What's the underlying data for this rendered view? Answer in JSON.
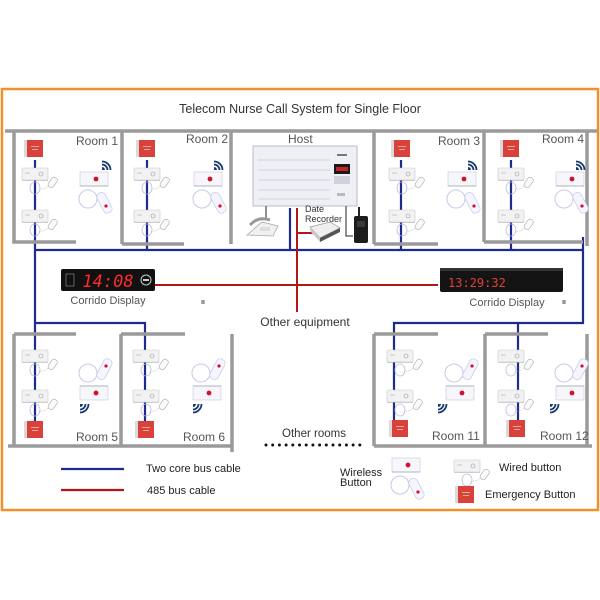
{
  "title": "Telecom Nurse Call System for Single Floor",
  "colors": {
    "frame": "#f0902a",
    "wall": "#9a9a9a",
    "bus_two_core": "#1e2a8c",
    "bus_485": "#b01818",
    "emergency": "#d9423a",
    "led_red": "#ff2a2a"
  },
  "host": {
    "label": "Host",
    "recorder_label_line1": "Date",
    "recorder_label_line2": "Recorder"
  },
  "rooms": [
    {
      "label": "Room 1"
    },
    {
      "label": "Room 2"
    },
    {
      "label": "Room 3"
    },
    {
      "label": "Room 4"
    },
    {
      "label": "Room 5"
    },
    {
      "label": "Room 6"
    },
    {
      "label": "Room 11"
    },
    {
      "label": "Room 12"
    }
  ],
  "corridor_displays": [
    {
      "time": "14:08",
      "caption": "Corrido Display"
    },
    {
      "time": "13:29:32",
      "caption": "Corrido Display"
    }
  ],
  "other_equipment": "Other equipment",
  "other_rooms": "Other rooms",
  "legend": {
    "two_core": "Two core bus cable",
    "bus_485": "485 bus cable",
    "wireless_line1": "Wireless",
    "wireless_line2": "Button",
    "wired": "Wired button",
    "emergency": "Emergency Button"
  },
  "icons": {
    "wireless": "wifi-signal-icon",
    "phone": "telephone-icon",
    "radio": "walkie-talkie-icon",
    "recorder": "recorder-icon"
  }
}
